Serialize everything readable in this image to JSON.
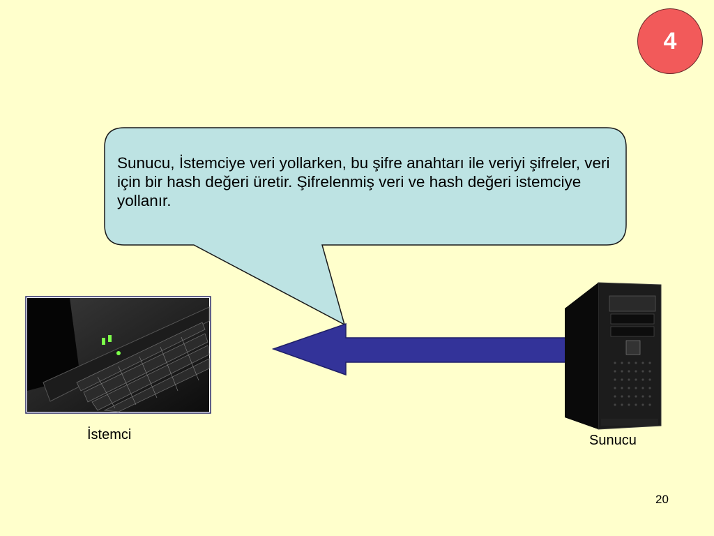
{
  "slide": {
    "step_badge": "4",
    "callout_text": "Sunucu, İstemciye veri yollarken, bu şifre anahtarı ile veriyi şifreler, veri için bir hash değeri üretir. Şifrelenmiş veri ve hash değeri istemciye yollanır.",
    "client_label": "İstemci",
    "server_label": "Sunucu",
    "page_number": "20"
  },
  "colors": {
    "background": "#ffffcc",
    "callout_fill": "#bde3e3",
    "arrow_fill": "#333399",
    "badge_fill": "#f25a5a"
  },
  "icons": [
    "laptop-icon",
    "server-tower-icon",
    "left-arrow-icon"
  ]
}
